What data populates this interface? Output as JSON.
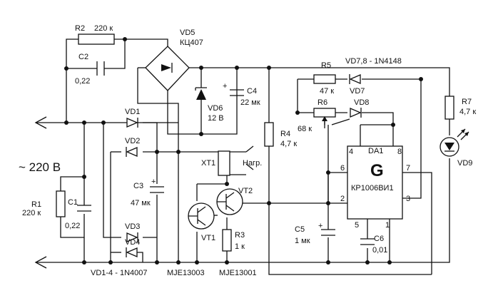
{
  "labels": {
    "r2": "R2",
    "r2_val": "220 к",
    "c2": "C2",
    "c2_val": "0,22",
    "vd5": "VD5",
    "vd5_type": "КЦ407",
    "c4": "C4",
    "c4_val": "22 мк",
    "vd6": "VD6",
    "vd6_val": "12 В",
    "r5": "R5",
    "r5_val": "47 к",
    "vd78_header": "VD7,8 - 1N4148",
    "vd7": "VD7",
    "vd8": "VD8",
    "r6": "R6",
    "r6_val": "68 к",
    "r7": "R7",
    "r7_val": "4,7 к",
    "vd9": "VD9",
    "vd1": "VD1",
    "vd2": "VD2",
    "vd3": "VD3",
    "vd4": "VD4",
    "r4": "R4",
    "r4_val": "4,7 к",
    "da1": "DA1",
    "g": "G",
    "chip": "КР1006ВИ1",
    "pin4": "4",
    "pin8": "8",
    "pin6": "6",
    "pin7": "7",
    "pin2": "2",
    "pin3": "3",
    "pin5": "5",
    "pin1": "1",
    "xt1": "XT1",
    "load": "Нагр.",
    "mains": "~ 220 В",
    "r1": "R1",
    "r1_val": "220 к",
    "c1": "C1",
    "c1_val": "0,22",
    "c3": "C3",
    "c3_val": "47 мк",
    "vt2": "VT2",
    "vt1": "VT1",
    "r3": "R3",
    "r3_val": "1 к",
    "c5": "C5",
    "c5_val": "1 мк",
    "c6": "C6",
    "c6_val": "0,01",
    "vd14_footer": "VD1-4 - 1N4007",
    "vt1_type": "MJE13003",
    "vt2_type": "MJE13001"
  }
}
